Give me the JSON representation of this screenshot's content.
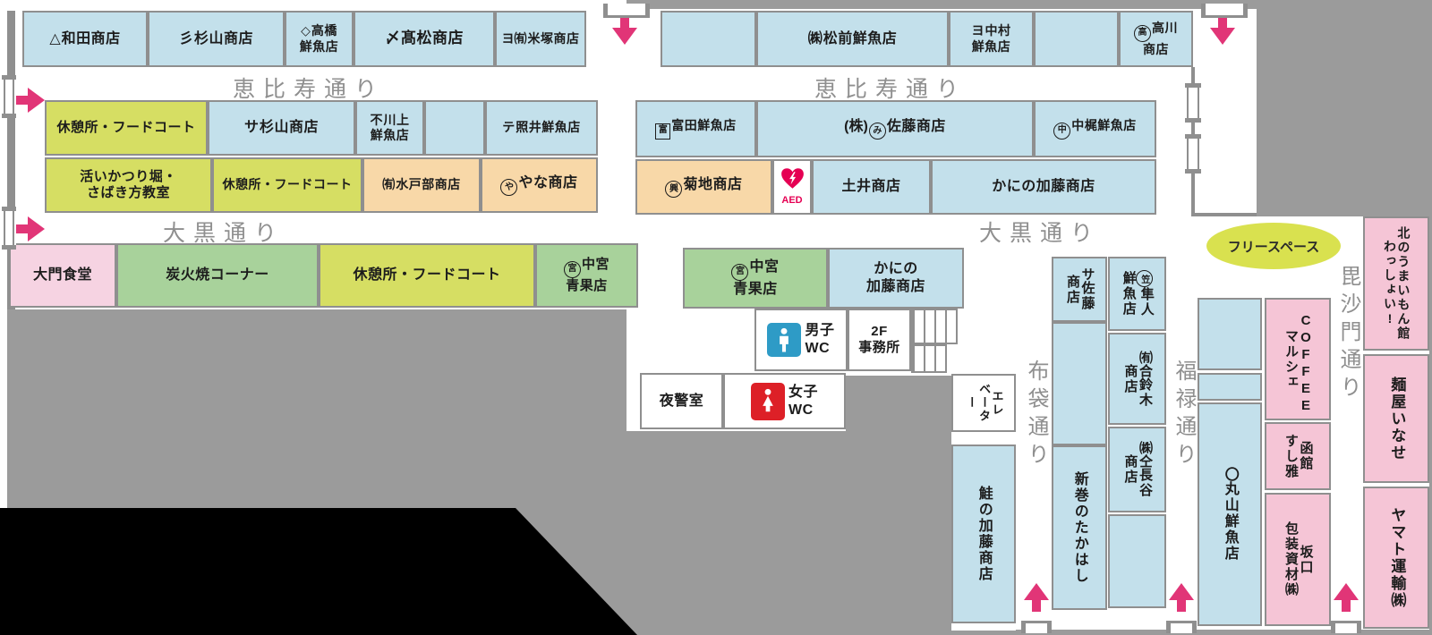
{
  "colors": {
    "background_gray": "#9b9b9b",
    "stall_blue": "#c3e0eb",
    "rest_yellow_green": "#d6de63",
    "stall_green": "#a8d29b",
    "stall_orange": "#f8d8a8",
    "stall_pink_left": "#f6d3e2",
    "stall_pink_right": "#f5c5d6",
    "arrow_magenta": "#e13577",
    "aed_red": "#e50053",
    "free_space_yellow": "#d9e14f",
    "wc_male_blue": "#2e9bc6",
    "wc_female_red": "#dd2027"
  },
  "streets": {
    "ebisu_left": "恵比寿通り",
    "ebisu_right": "恵比寿通り",
    "daikoku_left": "大黒通り",
    "daikoku_right": "大黒通り",
    "hotei": "布袋通り",
    "fukuroku": "福禄通り",
    "bishamon": "毘沙門通り"
  },
  "labels": {
    "free_space": "フリースペース",
    "aed": "AED",
    "male_wc": "男子\nWC",
    "female_wc": "女子\nWC",
    "office_2f": "2F\n事務所",
    "night_watch": "夜警室",
    "elevator": "エレ\nベーター"
  },
  "shops": {
    "top_left": [
      {
        "pre": "△",
        "name": "和田商店"
      },
      {
        "pre": "彡",
        "name": "杉山商店"
      },
      {
        "pre": "◇",
        "name": "高橋\n鮮魚店"
      },
      {
        "pre": "〆",
        "name": "髙松商店"
      },
      {
        "pre": "ヨ㈲",
        "name": "米塚商店"
      }
    ],
    "top_right": [
      {
        "pre": "㈱",
        "name": "松前鮮魚店"
      },
      {
        "pre": "ヨ",
        "name": "中村\n鮮魚店"
      },
      {
        "mark": "高",
        "name": "高川\n商店"
      }
    ],
    "row2_left": [
      {
        "name": "休憩所・フードコート"
      },
      {
        "pre": "サ",
        "name": "杉山商店"
      },
      {
        "pre": "不",
        "name": "川上\n鮮魚店"
      },
      {
        "pre": "テ",
        "name": "照井鮮魚店"
      }
    ],
    "row3_left": [
      {
        "name": "活いかつり堀・\nさばき方教室"
      },
      {
        "name": "休憩所・フードコート"
      },
      {
        "pre": "㈲",
        "name": "水戸部商店"
      },
      {
        "mark": "や",
        "name": "やな商店"
      }
    ],
    "row2_right": [
      {
        "mark": "富",
        "name": "富田鮮魚店"
      },
      {
        "pre": "(株)",
        "mark": "み",
        "name": "佐藤商店"
      },
      {
        "mark": "中",
        "name": "中梶鮮魚店"
      }
    ],
    "row3_right": [
      {
        "mark": "興",
        "name": "菊地商店"
      },
      {
        "name": "土井商店"
      },
      {
        "name": "かにの加藤商店"
      }
    ],
    "row4_left": [
      {
        "name": "大門食堂"
      },
      {
        "name": "炭火焼コーナー"
      },
      {
        "name": "休憩所・フードコート"
      },
      {
        "mark": "宮",
        "name": "中宮\n青果店"
      }
    ],
    "row4_mid": [
      {
        "mark": "宮",
        "name": "中宮\n青果店"
      },
      {
        "name": "かにの\n加藤商店"
      }
    ],
    "col_hotei": [
      {
        "pre": "サ",
        "name": "佐藤\n商店"
      },
      {
        "name": "新巻のたかはし"
      }
    ],
    "col_fukuroku": [
      {
        "mark": "笠",
        "name": "隼人\n鮮魚店"
      },
      {
        "pre": "㈲合",
        "name": "鈴木\n商店"
      },
      {
        "pre": "㈱仝",
        "name": "長谷\n商店"
      }
    ],
    "col_maruyama": [
      {
        "pre": "〇",
        "name": "丸山鮮魚店"
      }
    ],
    "col_pink_inner": [
      {
        "name": "COFFEE\nマルシェ"
      },
      {
        "name": "函館\nすし雅"
      },
      {
        "name": "坂口\n包装資材㈱"
      }
    ],
    "col_pink_outer": [
      {
        "name": "北のうまいもん館\nわっしょい!"
      },
      {
        "name": "麺屋いなせ"
      },
      {
        "name": "ヤマト運輸㈱"
      }
    ],
    "other": [
      {
        "name": "鮭の加藤商店"
      }
    ]
  }
}
